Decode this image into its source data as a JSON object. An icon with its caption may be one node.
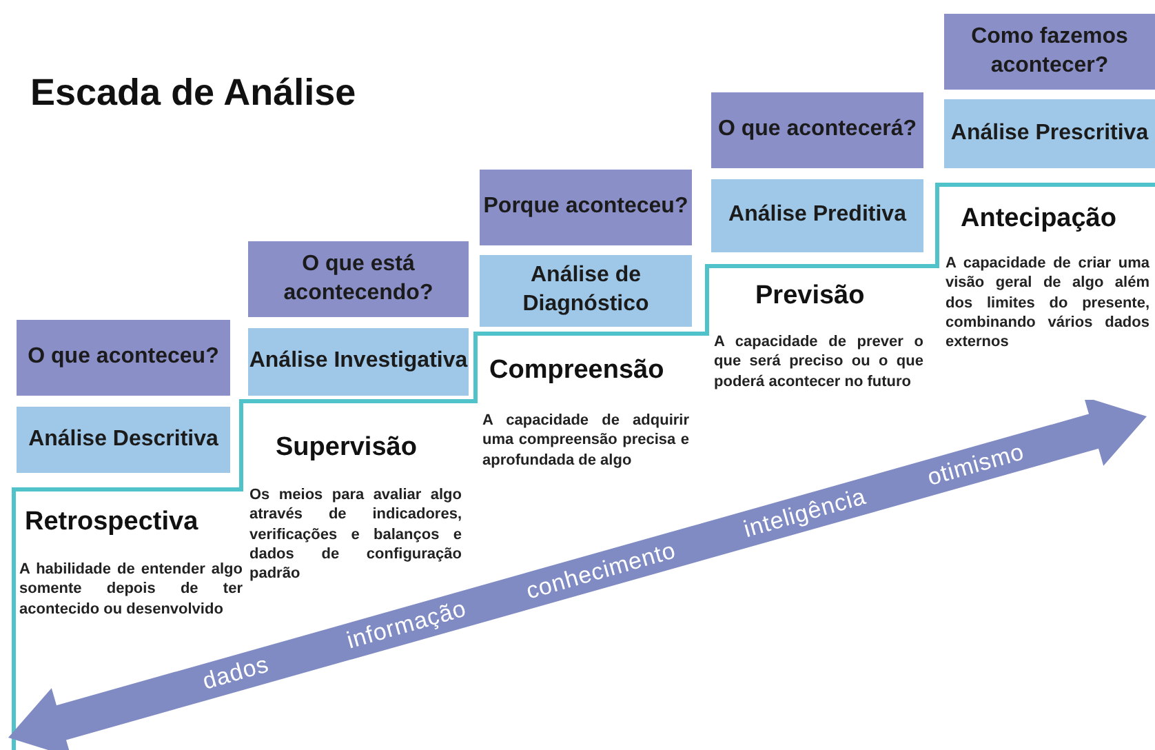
{
  "diagram": {
    "title": "Escada de Análise",
    "nodes": [
      {
        "text": [
          "O que aconteceu?"
        ]
      },
      {
        "text": [
          "Análise Descritiva"
        ]
      },
      {
        "text": [
          "O que está acontecendo?"
        ]
      },
      {
        "text": [
          "Análise Investigativa"
        ]
      },
      {
        "text": [
          "Porque aconteceu?"
        ]
      },
      {
        "text": [
          "Análise de Diagnóstico"
        ]
      },
      {
        "text": [
          "O que acontecerá?"
        ]
      },
      {
        "text": [
          "Análise Preditiva"
        ]
      },
      {
        "text": [
          "Como fazemos acontecer?"
        ]
      },
      {
        "text": [
          "Análise Prescritiva"
        ]
      },
      {
        "text": [
          "dados",
          "informação",
          "conhecimento",
          "inteligência",
          "otimismo"
        ]
      }
    ],
    "edges": [],
    "labels": [
      "Retrospectiva",
      "A habilidade de entender algo somente depois de ter acontecido ou desenvolvido",
      "Supervisão",
      "Os meios para avaliar algo através de indicadores, verificações e balanços e dados de configuração padrão",
      "Compreensão",
      "A capacidade de adquirir uma compreensão precisa e aprofundada de algo",
      "Previsão",
      "A capacidade de prever o que será preciso ou o que poderá acontecer no futuro",
      "Antecipação",
      "A capacidade de criar uma visão geral de algo além dos limites do presente, combinando vários dados externos"
    ]
  }
}
